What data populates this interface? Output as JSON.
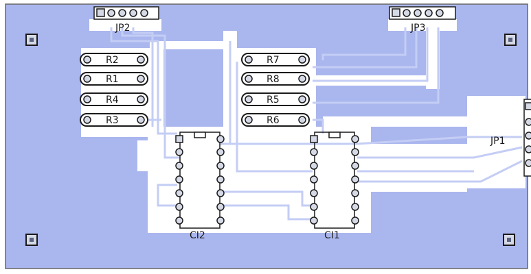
{
  "colors": {
    "board": "#aab6ee",
    "copper": "#ffffff",
    "trace": "#c4cdf4",
    "outline": "#1a1a1a",
    "pad": "#d6d9e6",
    "frame": "#666666"
  },
  "connectors": {
    "jp2": {
      "label": "JP2",
      "pins": 5
    },
    "jp3": {
      "label": "JP3",
      "pins": 5
    },
    "jp1": {
      "label": "JP1",
      "pins": 5
    }
  },
  "resistors": [
    {
      "label": "R2"
    },
    {
      "label": "R1"
    },
    {
      "label": "R4"
    },
    {
      "label": "R3"
    },
    {
      "label": "R7"
    },
    {
      "label": "R8"
    },
    {
      "label": "R5"
    },
    {
      "label": "R6"
    }
  ],
  "ics": [
    {
      "label": "CI2",
      "pins": 14
    },
    {
      "label": "CI1",
      "pins": 14
    }
  ],
  "mounting_holes": [
    "mount-hole-top-left",
    "mount-hole-top-right",
    "mount-hole-bottom-left",
    "mount-hole-bottom-right"
  ]
}
